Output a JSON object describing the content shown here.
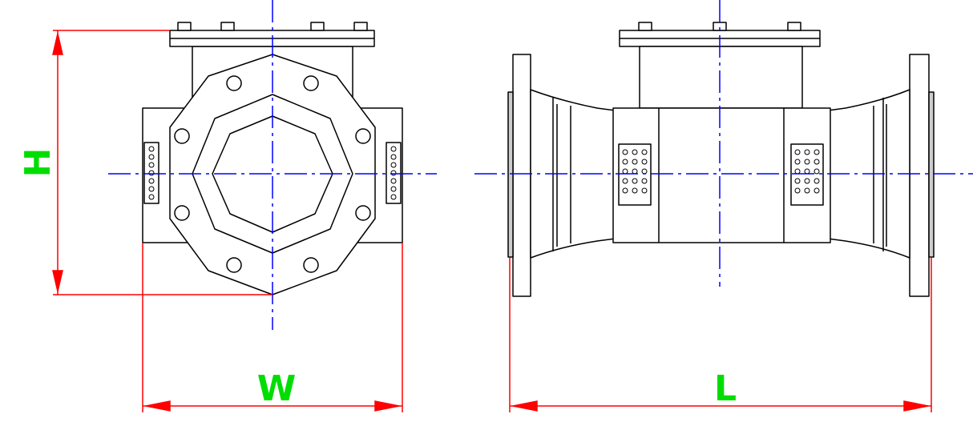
{
  "labels": {
    "height": "H",
    "width": "W",
    "length": "L"
  },
  "colors": {
    "outline": "#000000",
    "dimension": "#ff0000",
    "centerline": "#0000ff",
    "label": "#00dd00",
    "background": "#ffffff",
    "flange_face": "#cccccc"
  }
}
